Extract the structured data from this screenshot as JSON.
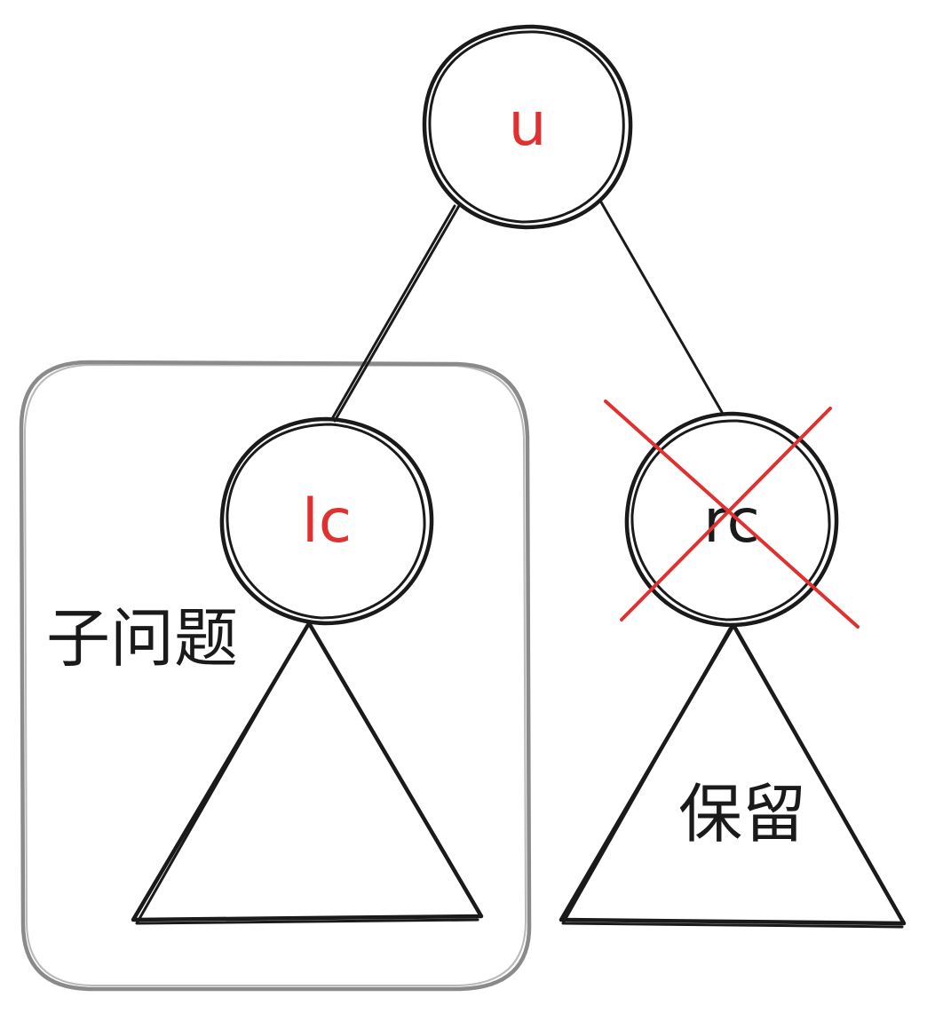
{
  "nodes": {
    "root": {
      "label": "u",
      "color": "#e03131"
    },
    "left": {
      "label": "lc",
      "color": "#e03131"
    },
    "right": {
      "label": "rc",
      "color": "#1a1a1a"
    }
  },
  "annotations": {
    "subproblem": "子问题",
    "keep": "保留"
  },
  "colors": {
    "stroke": "#1a1a1a",
    "highlight_box": "#8a8a8a",
    "cross": "#e03131"
  }
}
